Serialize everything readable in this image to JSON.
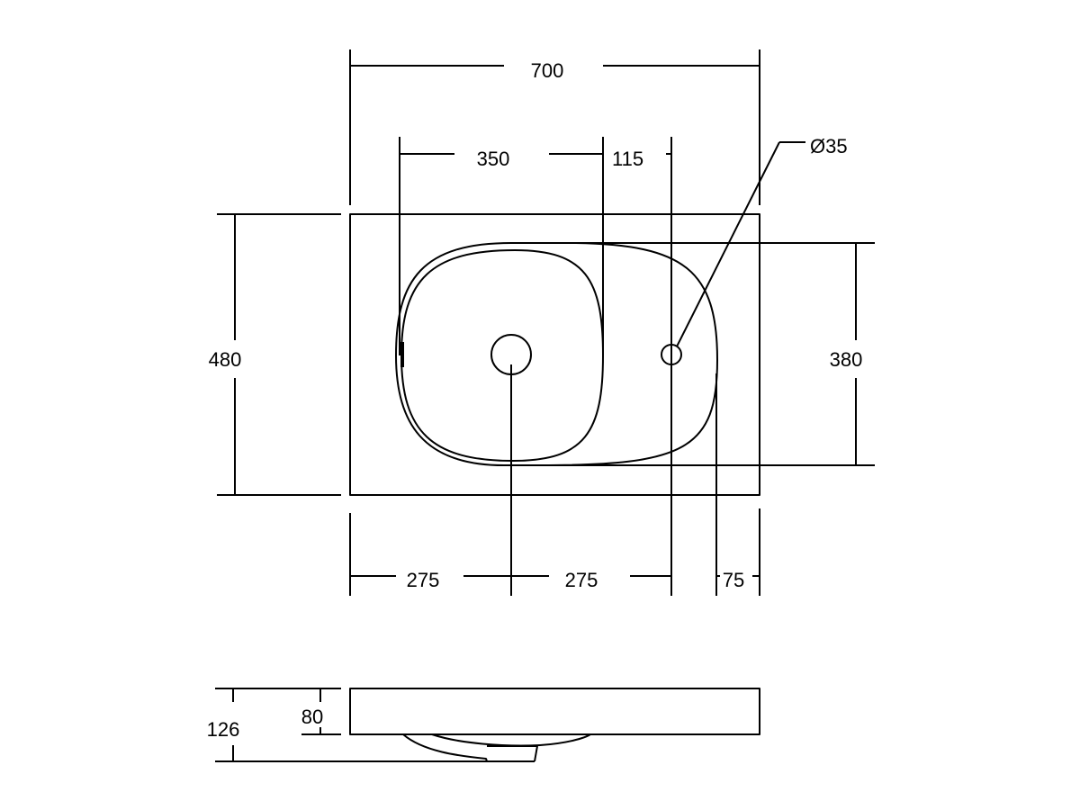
{
  "plan_view": {
    "overall_width": "700",
    "bowl_width": "350",
    "bowl_to_tap": "115",
    "tap_hole_diameter": "Ø35",
    "overall_depth": "480",
    "bowl_depth": "380",
    "left_to_waste": "275",
    "waste_to_tap": "275",
    "tap_to_edge": "75"
  },
  "side_view": {
    "total_height": "126",
    "slab_thickness": "80"
  },
  "colors": {
    "line": "#000000",
    "background": "#ffffff"
  }
}
